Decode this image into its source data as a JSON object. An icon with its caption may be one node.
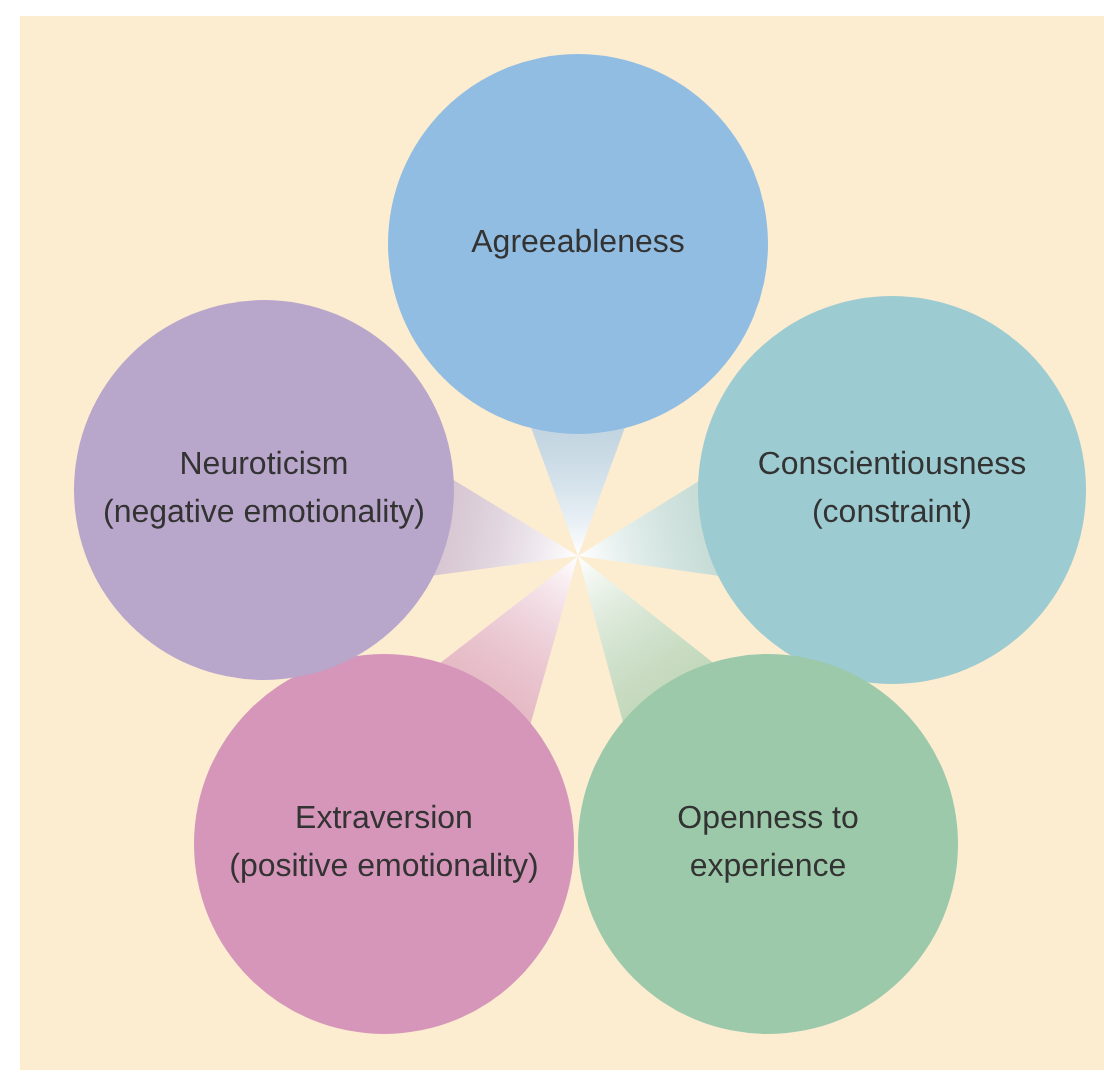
{
  "diagram": {
    "nodes": [
      {
        "text": [
          "Agreeableness"
        ]
      },
      {
        "text": [
          "Conscientiousness (constraint)"
        ]
      },
      {
        "text": [
          "Openness to experience"
        ]
      },
      {
        "text": [
          "Extraversion (positive emotionality)"
        ]
      },
      {
        "text": [
          "Neuroticism (negative emotionality)"
        ]
      }
    ]
  }
}
